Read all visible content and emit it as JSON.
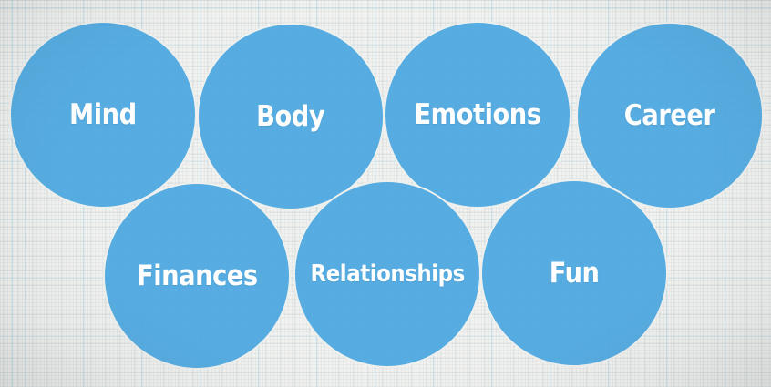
{
  "diagram": {
    "description": "Seven blue circles on graph paper representing life areas",
    "circles": [
      {
        "label": "Mind"
      },
      {
        "label": "Body"
      },
      {
        "label": "Emotions"
      },
      {
        "label": "Career"
      },
      {
        "label": "Finances"
      },
      {
        "label": "Relationships"
      },
      {
        "label": "Fun"
      }
    ],
    "colors": {
      "circle_fill": "#4da8e0",
      "label_text": "#fdfefd",
      "paper": "#f1f2f0",
      "grid_fine": "#dfe3e2",
      "grid_major_cyan": "#bcdde9",
      "vignette_edge": "#d8dad9"
    }
  }
}
